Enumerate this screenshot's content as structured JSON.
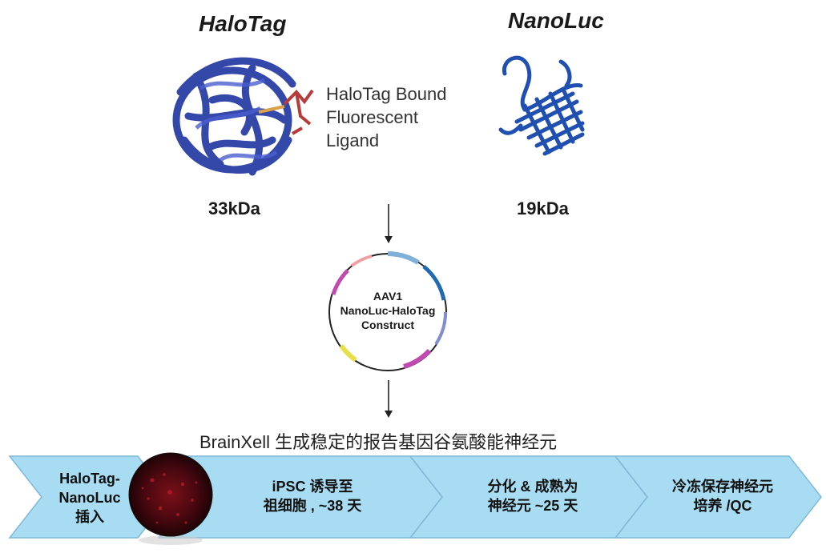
{
  "proteins": {
    "halotag": {
      "title": "HaloTag",
      "mass": "33kDa",
      "ligand_label": [
        "HaloTag Bound",
        "Fluorescent",
        "Ligand"
      ]
    },
    "nanoluc": {
      "title": "NanoLuc",
      "mass": "19kDa"
    }
  },
  "plasmid": {
    "lines": [
      "AAV1",
      "NanoLuc-HaloTag",
      "Construct"
    ]
  },
  "caption": "BrainXell 生成稳定的报告基因谷氨酸能神经元",
  "workflow": {
    "colors": {
      "fill": "#a8dcf2",
      "stroke": "#7fb9d6"
    },
    "steps": [
      {
        "lines": [
          "HaloTag-",
          "NanoLuc",
          "插入"
        ]
      },
      {
        "lines": [
          "iPSC 诱导至",
          "祖细胞 , ~38 天"
        ]
      },
      {
        "lines": [
          "分化 & 成熟为",
          "神经元 ~25 天"
        ]
      },
      {
        "lines": [
          "冷冻保存神经元",
          "培养 /QC"
        ]
      }
    ]
  },
  "colors": {
    "protein_blue": "#2a3fa6",
    "nanoluc_blue": "#1f4fb0",
    "ligand_red": "#b83a3a",
    "cell_dark": "#3a0508"
  }
}
